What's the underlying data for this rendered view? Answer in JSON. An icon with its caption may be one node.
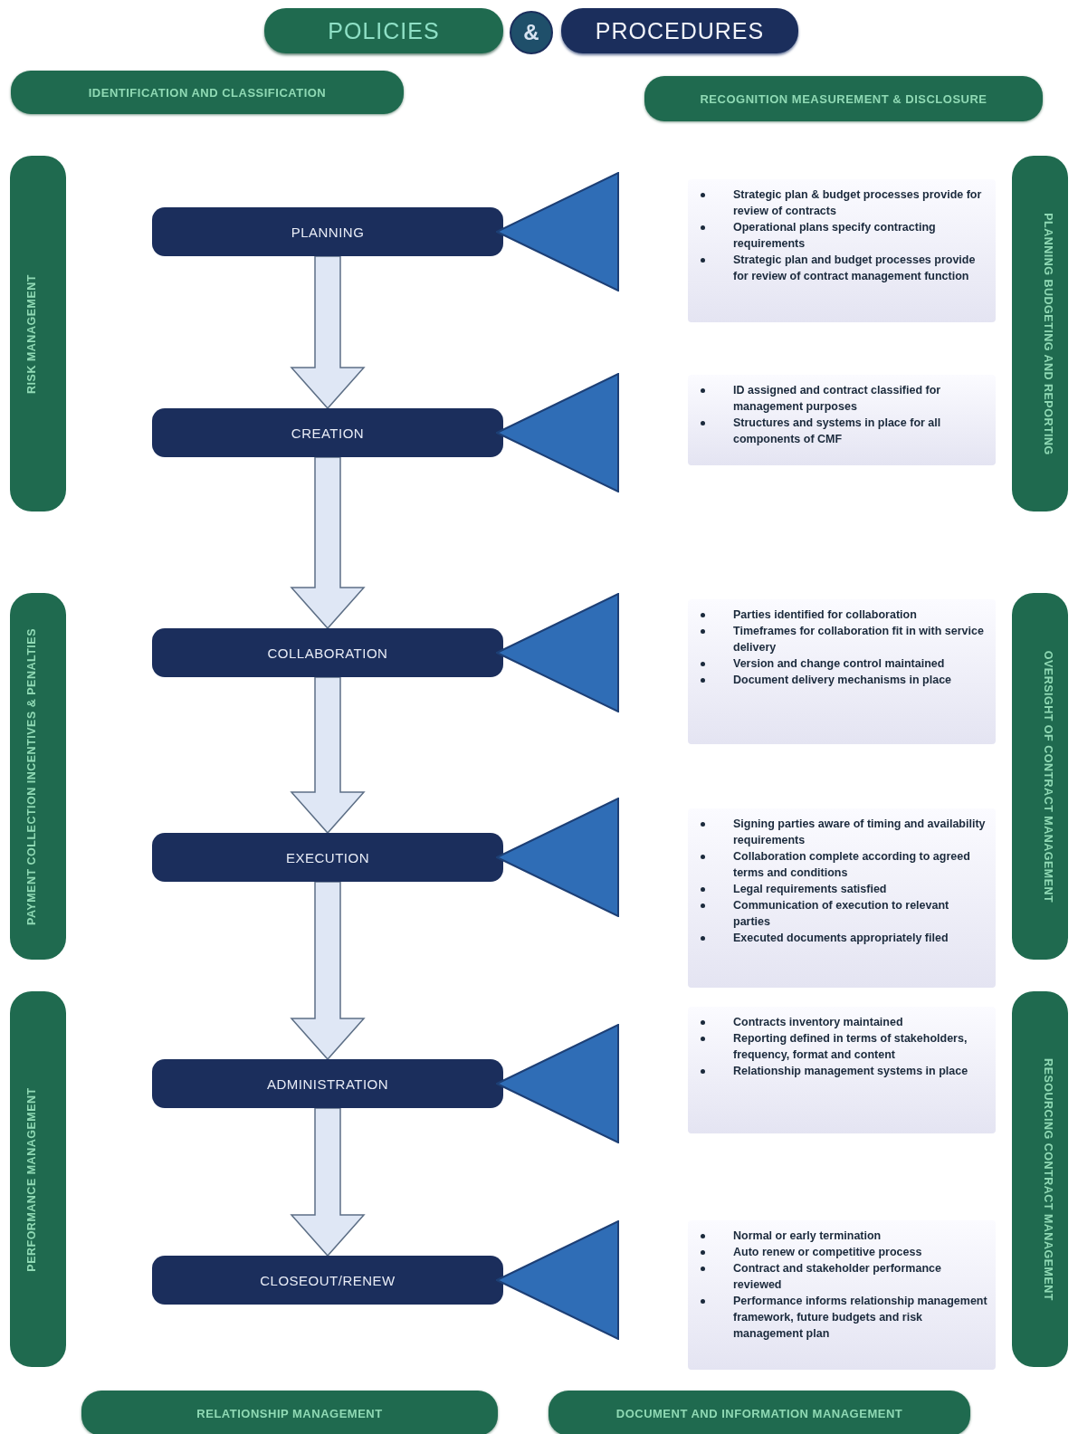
{
  "diagram": {
    "nodes": [
      {
        "text": [
          "POLICIES"
        ]
      },
      {
        "text": [
          "&"
        ]
      },
      {
        "text": [
          "PROCEDURES"
        ]
      },
      {
        "text": [
          "IDENTIFICATION AND CLASSIFICATION"
        ]
      },
      {
        "text": [
          "RECOGNITION MEASUREMENT & DISCLOSURE"
        ]
      },
      {
        "text": [
          "RISK MANAGEMENT"
        ]
      },
      {
        "text": [
          "PAYMENT COLLECTION INCENTIVES & PENALTIES"
        ]
      },
      {
        "text": [
          "PERFORMANCE MANAGEMENT"
        ]
      },
      {
        "text": [
          "PLANNING BUDGETING AND REPORTING"
        ]
      },
      {
        "text": [
          "OVERSIGHT OF CONTRACT MANAGEMENT"
        ]
      },
      {
        "text": [
          "RESOURCING CONTRACT MANAGEMENT"
        ]
      },
      {
        "text": [
          "PLANNING"
        ]
      },
      {
        "text": [
          "CREATION"
        ]
      },
      {
        "text": [
          "COLLABORATION"
        ]
      },
      {
        "text": [
          "EXECUTION"
        ]
      },
      {
        "text": [
          "ADMINISTRATION"
        ]
      },
      {
        "text": [
          "CLOSEOUT/RENEW"
        ]
      },
      {
        "text": [
          "Strategic plan & budget processes provide for review of contracts",
          "Operational plans specify contracting requirements",
          "Strategic plan and budget processes provide for review of contract management function"
        ]
      },
      {
        "text": [
          "ID assigned and contract classified for management purposes",
          "Structures and systems in place for all components of CMF"
        ]
      },
      {
        "text": [
          "Parties identified for collaboration",
          "Timeframes for collaboration fit in with service delivery",
          "Version and change control maintained",
          "Document delivery mechanisms in place"
        ]
      },
      {
        "text": [
          "Signing parties aware of timing and availability requirements",
          "Collaboration complete according to agreed terms and conditions",
          "Legal requirements satisfied",
          "Communication of execution to relevant parties",
          "Executed documents appropriately filed"
        ]
      },
      {
        "text": [
          "Contracts inventory maintained",
          "Reporting defined in terms of stakeholders, frequency, format and content",
          "Relationship management systems in place"
        ]
      },
      {
        "text": [
          "Normal or early termination",
          "Auto renew or competitive process",
          "Contract and stakeholder performance reviewed",
          "Performance informs relationship management framework, future budgets and risk management plan"
        ]
      },
      {
        "text": [
          "RELATIONSHIP MANAGEMENT"
        ]
      },
      {
        "text": [
          "DOCUMENT AND INFORMATION MANAGEMENT"
        ]
      },
      {
        "text": [],
        "shape": "triangle"
      },
      {
        "text": [],
        "shape": "triangle"
      },
      {
        "text": [],
        "shape": "triangle"
      },
      {
        "text": [],
        "shape": "triangle"
      },
      {
        "text": [],
        "shape": "triangle"
      },
      {
        "text": [],
        "shape": "triangle"
      }
    ],
    "edges": [
      {
        "from": 11,
        "to": 12,
        "arrow": "to"
      },
      {
        "from": 12,
        "to": 13,
        "arrow": "to"
      },
      {
        "from": 13,
        "to": 14,
        "arrow": "to"
      },
      {
        "from": 14,
        "to": 15,
        "arrow": "to"
      },
      {
        "from": 15,
        "to": 16,
        "arrow": "to"
      }
    ]
  }
}
